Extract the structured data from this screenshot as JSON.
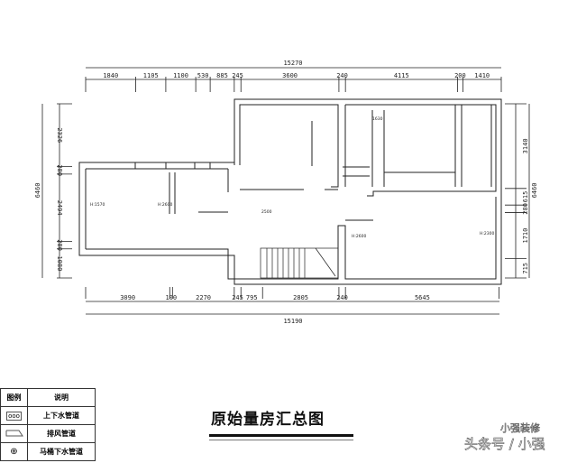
{
  "plan": {
    "top_overall": "15270",
    "top_dims": [
      "1840",
      "1105",
      "1100",
      "530",
      "885",
      "245",
      "3600",
      "240",
      "4115",
      "200",
      "1410"
    ],
    "bottom_dims": [
      "3090",
      "100",
      "2270",
      "245",
      "795",
      "2805",
      "240",
      "5645"
    ],
    "bottom_overall": "15190",
    "left_overall": "6460",
    "left_dims": [
      "2326",
      "280",
      "2494",
      "280",
      "1080"
    ],
    "right_overall": "6460",
    "right_dims": [
      "3140",
      "615",
      "280",
      "1710",
      "715"
    ],
    "height_notes": [
      "H:1570",
      "H:2600",
      "2500",
      "1630",
      "H:2600",
      "H:2300"
    ]
  },
  "legend": {
    "header": [
      "图例",
      "说明"
    ],
    "rows": [
      {
        "icon": "water-pipe-icon",
        "label": "上下水管道"
      },
      {
        "icon": "exhaust-duct-icon",
        "label": "排风管道"
      },
      {
        "icon": "toilet-drain-icon",
        "label": "马桶下水管道"
      }
    ]
  },
  "title": "原始量房汇总图",
  "watermark": {
    "line1": "小强装修",
    "line2": "头条号 / 小强"
  },
  "colors": {
    "line": "#222222",
    "background": "#ffffff"
  }
}
